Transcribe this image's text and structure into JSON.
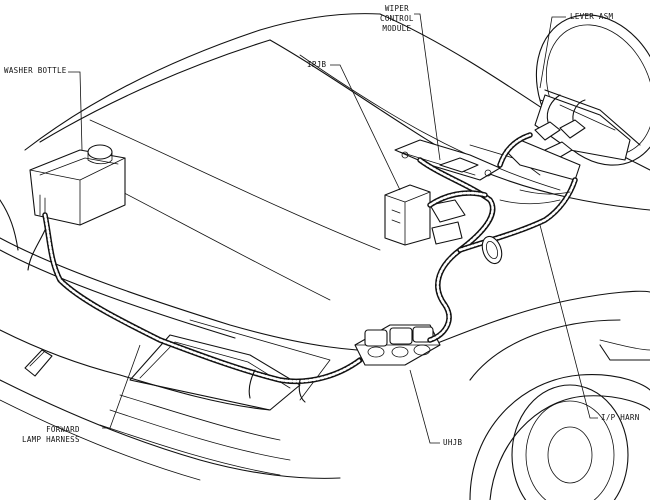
{
  "diagram": {
    "labels": {
      "washer_bottle": "WASHER BOTTLE",
      "ipjb": "IPJB",
      "wiper_control_module": [
        "WIPER",
        "CONTROL",
        "MODULE"
      ],
      "lever_asm": "LEVER ASM",
      "forward_lamp_harness": [
        "FORWARD",
        "LAMP HARNESS"
      ],
      "uhjb": "UHJB",
      "ip_harn": "I/P HARN"
    }
  }
}
